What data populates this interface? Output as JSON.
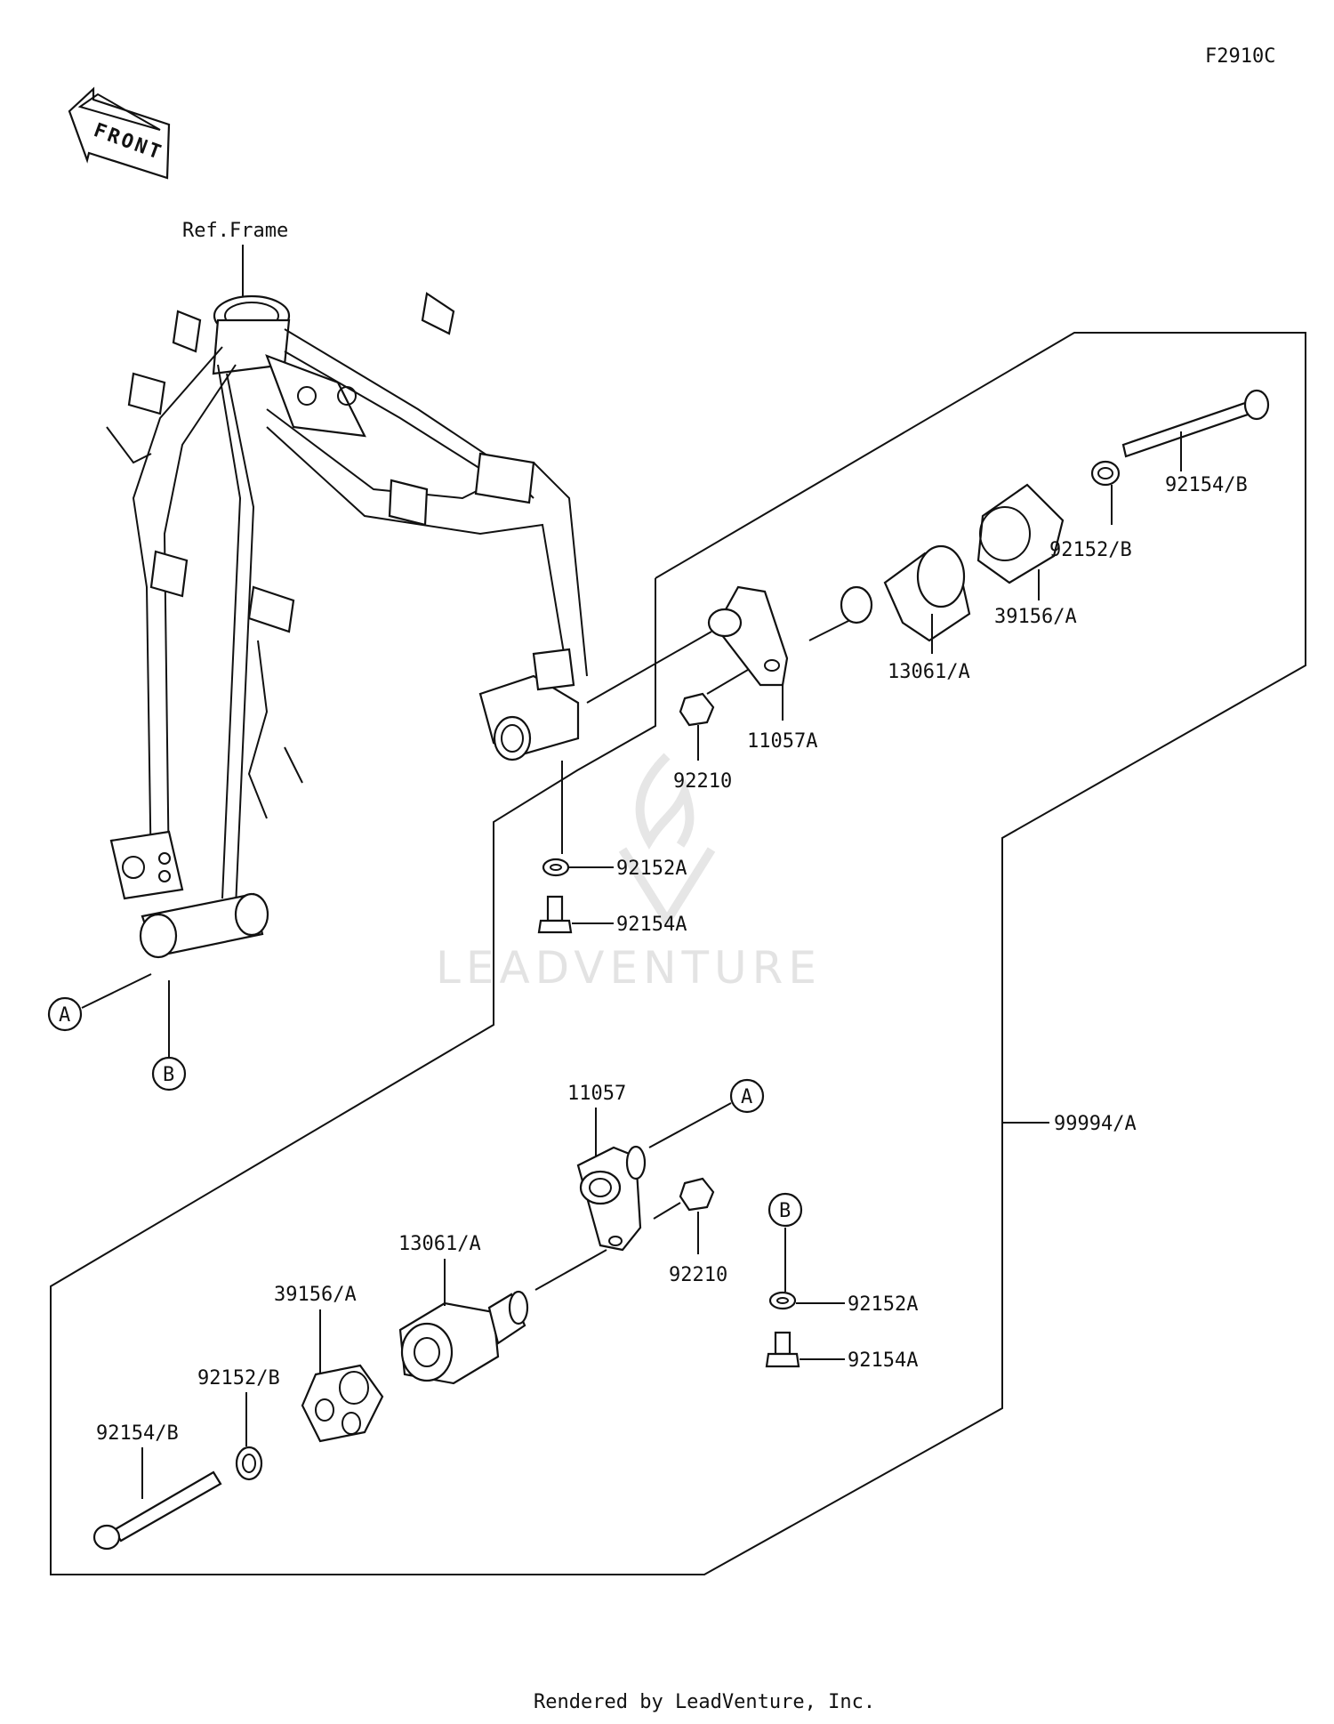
{
  "diagram_code": "F2910C",
  "front_label": "FRONT",
  "ref_frame": "Ref.Frame",
  "watermark": "LEADVENTURE",
  "footer": "Rendered by LeadVenture, Inc.",
  "refs": {
    "a": "A",
    "b": "B"
  },
  "parts": {
    "p92154B_top": "92154/B",
    "p92152B_top": "92152/B",
    "p39156A_top": "39156/A",
    "p13061A_top": "13061/A",
    "p11057A": "11057A",
    "p92210_top": "92210",
    "p92152A_top": "92152A",
    "p92154A_top": "92154A",
    "p11057": "11057",
    "p92210_bottom": "92210",
    "p13061A_bottom": "13061/A",
    "p39156A_bottom": "39156/A",
    "p92152B_bottom": "92152/B",
    "p92154B_bottom": "92154/B",
    "p92152A_bottom": "92152A",
    "p92154A_bottom": "92154A",
    "p99994A": "99994/A"
  }
}
